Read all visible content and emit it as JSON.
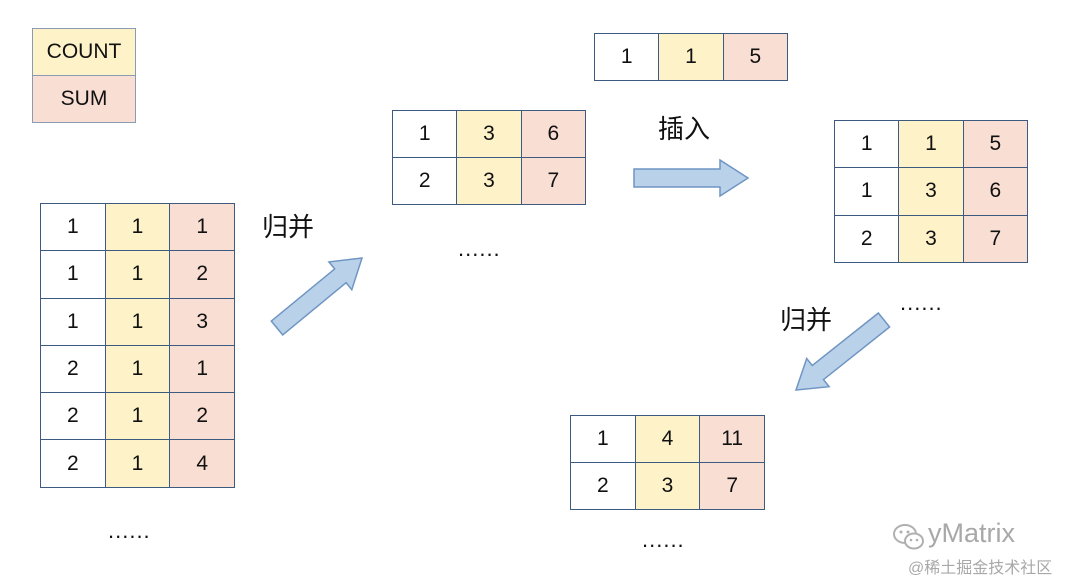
{
  "legend": {
    "count_label": "COUNT",
    "sum_label": "SUM"
  },
  "colors": {
    "plain": "#ffffff",
    "count": "#fdf2c8",
    "sum": "#f9ded4",
    "border": "#3d5a80",
    "arrow_fill": "#b9d2ea",
    "arrow_stroke": "#6f95c2"
  },
  "tables": {
    "source": {
      "rows": [
        [
          "1",
          "1",
          "1"
        ],
        [
          "1",
          "1",
          "2"
        ],
        [
          "1",
          "1",
          "3"
        ],
        [
          "2",
          "1",
          "1"
        ],
        [
          "2",
          "1",
          "2"
        ],
        [
          "2",
          "1",
          "4"
        ]
      ]
    },
    "merged1": {
      "rows": [
        [
          "1",
          "3",
          "6"
        ],
        [
          "2",
          "3",
          "7"
        ]
      ]
    },
    "incoming": {
      "rows": [
        [
          "1",
          "1",
          "5"
        ]
      ]
    },
    "inserted": {
      "rows": [
        [
          "1",
          "1",
          "5"
        ],
        [
          "1",
          "3",
          "6"
        ],
        [
          "2",
          "3",
          "7"
        ]
      ]
    },
    "merged2": {
      "rows": [
        [
          "1",
          "4",
          "11"
        ],
        [
          "2",
          "3",
          "7"
        ]
      ]
    }
  },
  "labels": {
    "merge": "归并",
    "insert": "插入",
    "ellipsis": "......"
  },
  "watermark": {
    "brand": "yMatrix",
    "site": "@稀土掘金技术社区"
  }
}
